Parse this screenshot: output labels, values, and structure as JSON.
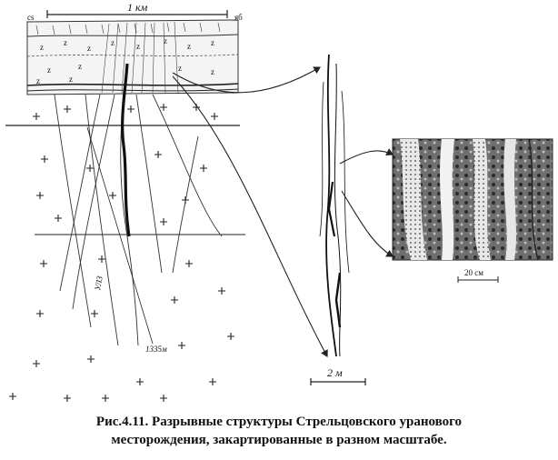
{
  "scale_bars": {
    "main": "1 км",
    "middle": "2 м",
    "photo": "20 см"
  },
  "labels": {
    "top_left": "сs",
    "top_right": "яб",
    "borehole": "1335м",
    "well": "УЛЗ"
  },
  "caption": {
    "line1": "Рис.4.11. Разрывные структуры Стрельцовского уранового",
    "line2": "месторождения, закартированные в разном масштабе."
  }
}
